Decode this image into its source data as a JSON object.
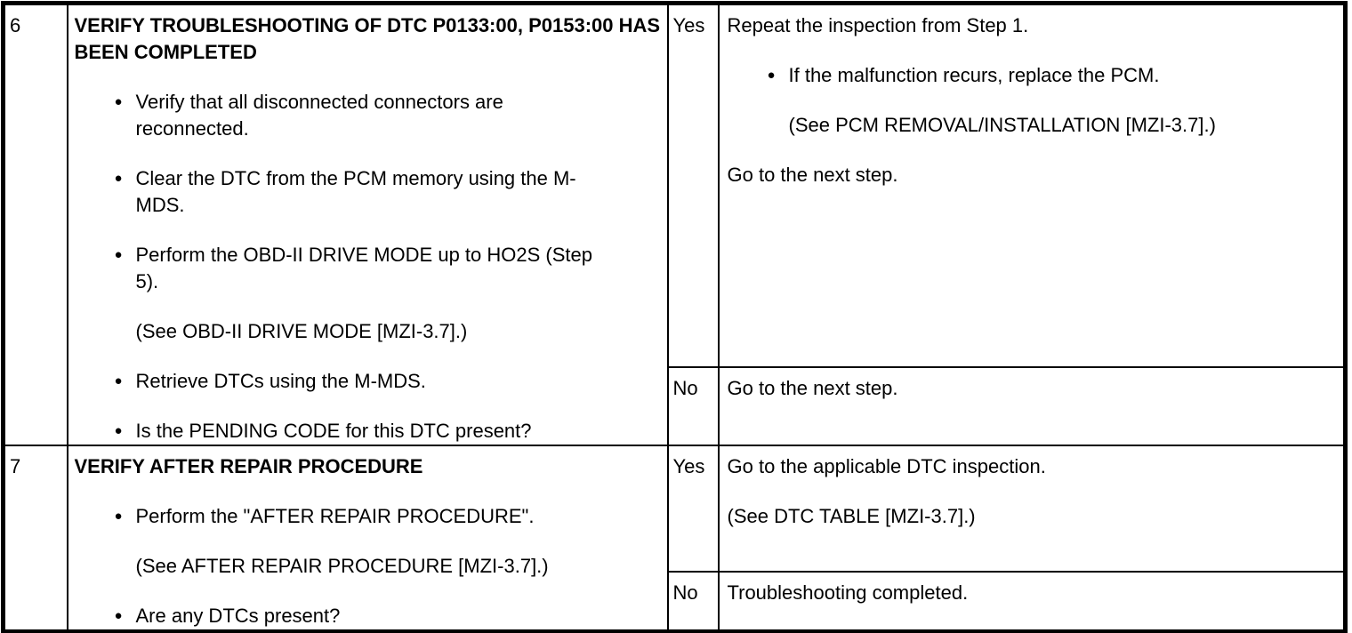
{
  "labels": {
    "yes": "Yes",
    "no": "No"
  },
  "steps": [
    {
      "step": "6",
      "title": "VERIFY TROUBLESHOOTING OF DTC P0133:00, P0153:00 HAS BEEN COMPLETED",
      "bullet1": "Verify that all disconnected connectors are reconnected.",
      "bullet2": "Clear the DTC from the PCM memory using the M-MDS.",
      "bullet3": "Perform the OBD-II DRIVE MODE up to HO2S (Step 5).",
      "ref3": "(See OBD-II DRIVE MODE [MZI-3.7].)",
      "bullet4": "Retrieve DTCs using the M-MDS.",
      "bullet5": "Is the PENDING CODE for this DTC present?",
      "yes": {
        "intro": "Repeat the inspection from Step 1.",
        "bullet": "If the malfunction recurs, replace the PCM.",
        "ref": "(See PCM REMOVAL/INSTALLATION [MZI-3.7].)",
        "outro": "Go to the next step."
      },
      "no": {
        "text": "Go to the next step."
      }
    },
    {
      "step": "7",
      "title": "VERIFY AFTER REPAIR PROCEDURE",
      "bullet1": "Perform the \"AFTER REPAIR PROCEDURE\".",
      "ref1": "(See AFTER REPAIR PROCEDURE [MZI-3.7].)",
      "bullet2": "Are any DTCs present?",
      "yes": {
        "intro": "Go to the applicable DTC inspection.",
        "ref": "(See DTC TABLE [MZI-3.7].)"
      },
      "no": {
        "text": "Troubleshooting completed."
      }
    }
  ]
}
